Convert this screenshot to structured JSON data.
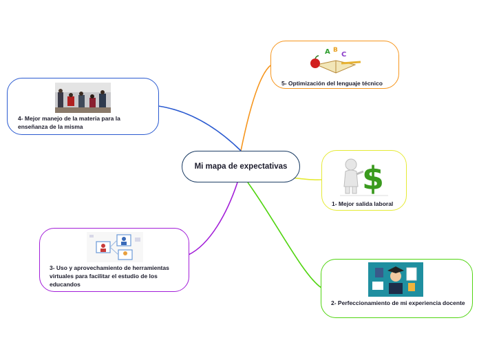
{
  "map": {
    "central": "Mi mapa de expectativas",
    "nodes": [
      {
        "id": "n5",
        "label": "5- Optimización del lenguaje técnico",
        "color": "#f6951c",
        "image": "abc-book-apple"
      },
      {
        "id": "n1",
        "label": "1- Mejor salida laboral",
        "color": "#e5ea33",
        "image": "person-dollar-sign"
      },
      {
        "id": "n2",
        "label": "2- Perfeccionamiento de mi experiencia docente",
        "color": "#50d40f",
        "image": "graduate-teacher"
      },
      {
        "id": "n4",
        "label": "4- Mejor manejo de la materia para la enseñanza de la misma",
        "color": "#2a5ad0",
        "image": "classroom-photo"
      },
      {
        "id": "n3",
        "label": "3- Uso y aprovechamiento de herramientas virtuales para facilitar el estudio de los educandos",
        "color": "#a21dd8",
        "image": "video-call-network"
      }
    ],
    "colors": {
      "central_border": "#1e3f66",
      "text": "#1b1b2b"
    }
  }
}
